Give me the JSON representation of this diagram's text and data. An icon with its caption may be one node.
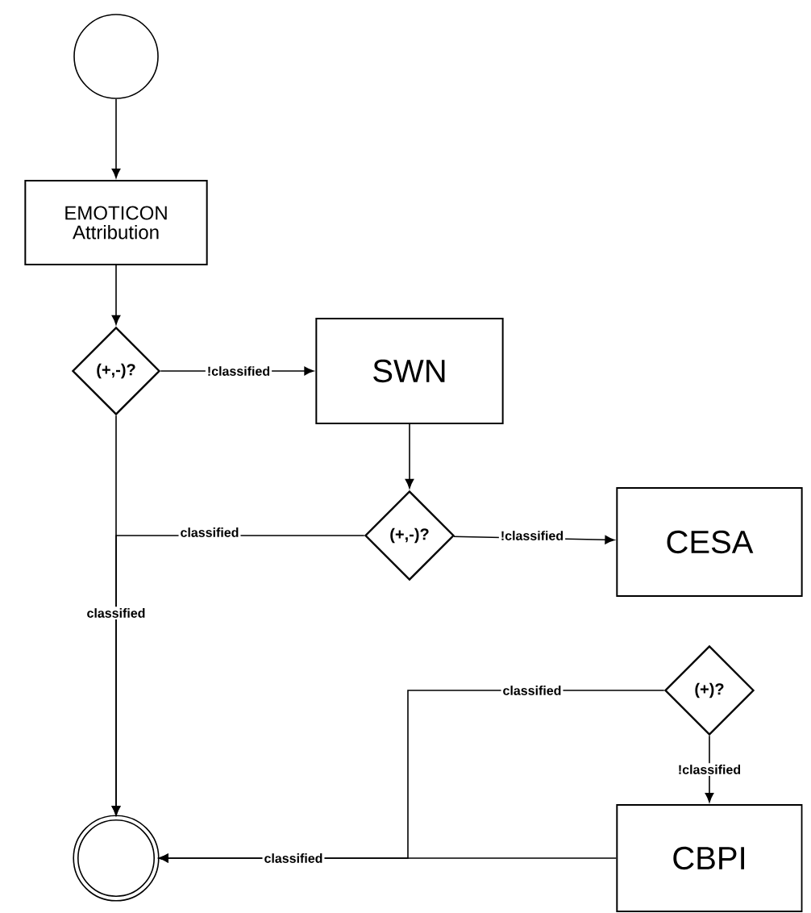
{
  "diagram": {
    "nodes": [
      {
        "text": [],
        "shape": "circle"
      },
      {
        "text": [
          "EMOTICON Attribution"
        ]
      },
      {
        "text": [
          "(+,-)?"
        ]
      },
      {
        "text": [
          "SWN"
        ]
      },
      {
        "text": [
          "(+,-)?"
        ]
      },
      {
        "text": [
          "CESA"
        ]
      },
      {
        "text": [
          "(+)?"
        ]
      },
      {
        "text": [
          "CBPI"
        ]
      },
      {
        "text": [],
        "shape": "circle"
      }
    ],
    "edges": [
      {
        "from": 0,
        "to": 1,
        "arrow": "to"
      },
      {
        "from": 1,
        "to": 2,
        "arrow": "to"
      },
      {
        "from": 2,
        "to": 3,
        "arrow": "to",
        "label": "!classified"
      },
      {
        "from": 3,
        "to": 4,
        "arrow": "to"
      },
      {
        "from": 4,
        "to": 5,
        "arrow": "to",
        "label": "!classified"
      },
      {
        "from": 2,
        "to": 8,
        "arrow": "to",
        "label": "classified"
      },
      {
        "from": 4,
        "to": 8,
        "arrow": "to",
        "label": "classified"
      },
      {
        "from": 6,
        "to": 7,
        "arrow": "to",
        "label": "!classified"
      },
      {
        "from": 6,
        "to": 8,
        "arrow": "to",
        "label": "classified"
      },
      {
        "from": 7,
        "to": 8,
        "arrow": "to",
        "label": "classified"
      }
    ]
  }
}
